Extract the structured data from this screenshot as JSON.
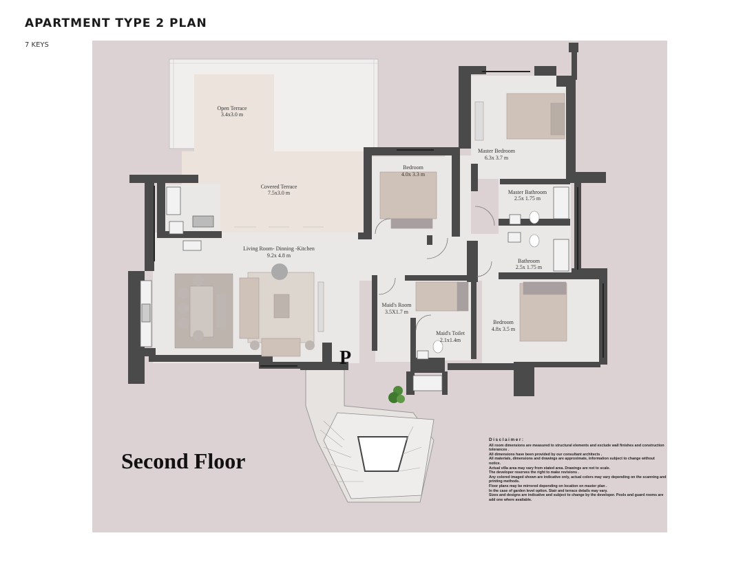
{
  "header": {
    "title": "APARTMENT TYPE 2 PLAN",
    "subtitle": "7 KEYS"
  },
  "plan": {
    "floor_label": "Second Floor",
    "entry_marker": "P",
    "rooms": [
      {
        "name": "Open Terrace",
        "size": "3.4x3.0 m"
      },
      {
        "name": "Covered Terrace",
        "size": "7.5x3.0 m"
      },
      {
        "name": "Bedroom",
        "size": "4.0x 3.3 m"
      },
      {
        "name": "Master Bedroom",
        "size": "6.3x 3.7 m"
      },
      {
        "name": "Master Bathroom",
        "size": "2.5x 1.75 m"
      },
      {
        "name": "Living Room- Dinning -Kitchen",
        "size": "9.2x 4.8 m"
      },
      {
        "name": "Bathroom",
        "size": "2.5x 1.75 m"
      },
      {
        "name": "Maid's Room",
        "size": "3.5X1.7 m"
      },
      {
        "name": "Maid's Toilet",
        "size": "2.1x1.4m"
      },
      {
        "name": "Bedroom",
        "size": "4.8x 3.5 m"
      }
    ],
    "colors": {
      "background": "#dcd2d3",
      "wall": "#4a4a4a",
      "floor": "#e9e8e6",
      "terrace": "#ebe3dc",
      "furniture": "#cfc2b8"
    }
  },
  "disclaimer": {
    "heading": "Disclaimer:",
    "lines": [
      "All room dimensions are measured to structural elements and exclude wall finishes and construction tolerances .",
      "All  dimensions have been provided by our consultant architects .",
      "All materials, dimensions and drawings are approximate, information subject to change without notice.",
      "Actual villa area may vary from stated area. Drawings are not to scale.",
      "The developer reserves the right to make revisions .",
      "Any colored imaged shown are indicative only, actual colors may vary depending on the scanning and printing methods.",
      "Floor plans may be mirrored depending on location on master plan .",
      "In the case of garden level option. Stair and terrace details may vary.",
      "Sizes and designs are indicative and subject to change by the developer. Pools and guard rooms are add one where available."
    ]
  }
}
